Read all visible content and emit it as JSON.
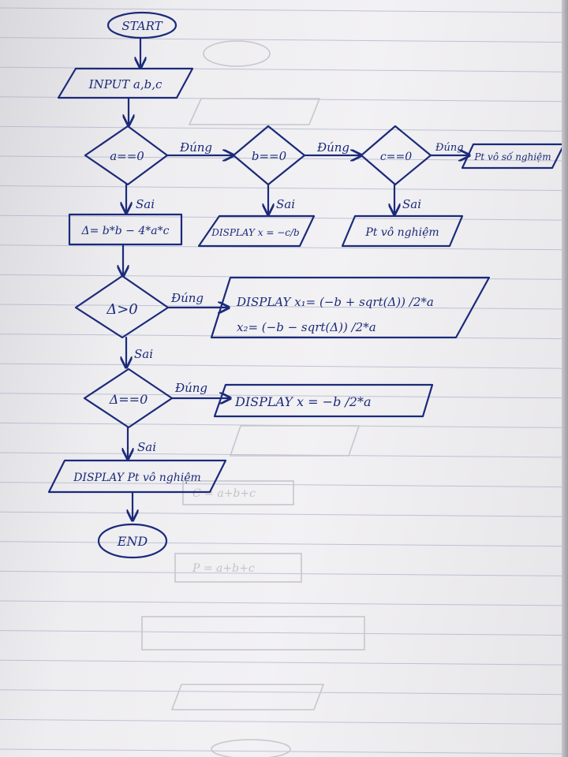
{
  "nodes": {
    "start": "START",
    "input": "INPUT a,b,c",
    "cond_a": "a==0",
    "cond_b": "b==0",
    "cond_c": "c==0",
    "out_infinite": "Pt vô số nghiệm",
    "calc_delta": "Δ= b*b − 4*a*c",
    "out_linear": "DISPLAY x = −c/b",
    "out_no_sol_1": "Pt vô nghiệm",
    "cond_delta_pos": "Δ>0",
    "out_two_roots_1": "DISPLAY x₁= (−b + sqrt(Δ)) /2*a",
    "out_two_roots_2": "x₂= (−b − sqrt(Δ)) /2*a",
    "cond_delta_zero": "Δ==0",
    "out_double_root": "DISPLAY x = −b /2*a",
    "out_no_sol_2": "DISPLAY Pt vô nghiệm",
    "end": "END"
  },
  "edge_labels": {
    "yes_a": "Đúng",
    "yes_b": "Đúng",
    "yes_c": "Đúng",
    "no_a": "Sai",
    "no_b": "Sai",
    "no_c": "Sai",
    "yes_delta_pos": "Đúng",
    "no_delta_pos": "Sai",
    "yes_delta_zero": "Đúng",
    "no_delta_zero": "Sai"
  },
  "colors": {
    "ink": "#1b2a7a",
    "ruled_line": "#a9b0c8",
    "paper": "#eeedf0"
  }
}
